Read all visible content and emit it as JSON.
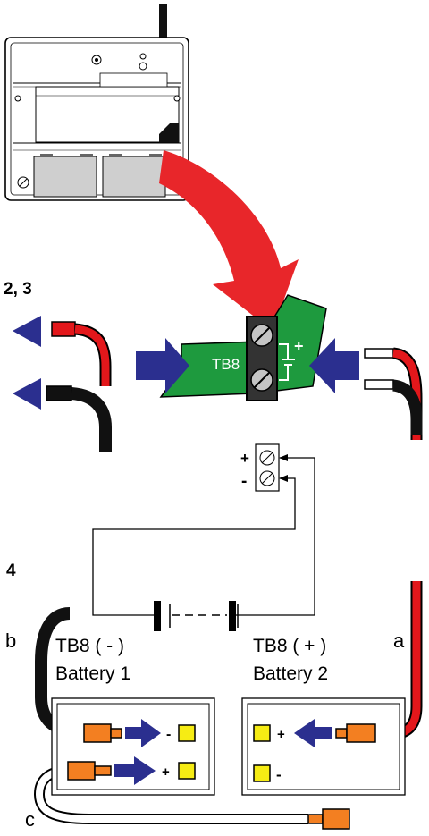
{
  "steps": {
    "step_2_3": "2, 3",
    "step_4": "4"
  },
  "board": {
    "terminal_label": "TB8",
    "plus_sign": "+",
    "minus_sign": "-"
  },
  "schematic": {
    "plus_sign": "+",
    "minus_sign": "-"
  },
  "wires": {
    "a": "a",
    "b": "b",
    "c": "c"
  },
  "battery1": {
    "terminal_text": "TB8 ( - )",
    "name": "Battery 1",
    "minus_terminal": "-",
    "plus_terminal": "+"
  },
  "battery2": {
    "terminal_text": "TB8 ( + )",
    "name": "Battery 2",
    "plus_terminal": "+",
    "minus_terminal": "-"
  },
  "colors": {
    "board_green": "#1e9a3e",
    "arrow_red": "#e8262a",
    "arrow_blue": "#2b2f8f",
    "wire_red": "#e3171b",
    "wire_black": "#111111",
    "connector_orange": "#f37f21",
    "terminal_yellow": "#f6ec14",
    "panel_gray": "#d4d4d4"
  }
}
